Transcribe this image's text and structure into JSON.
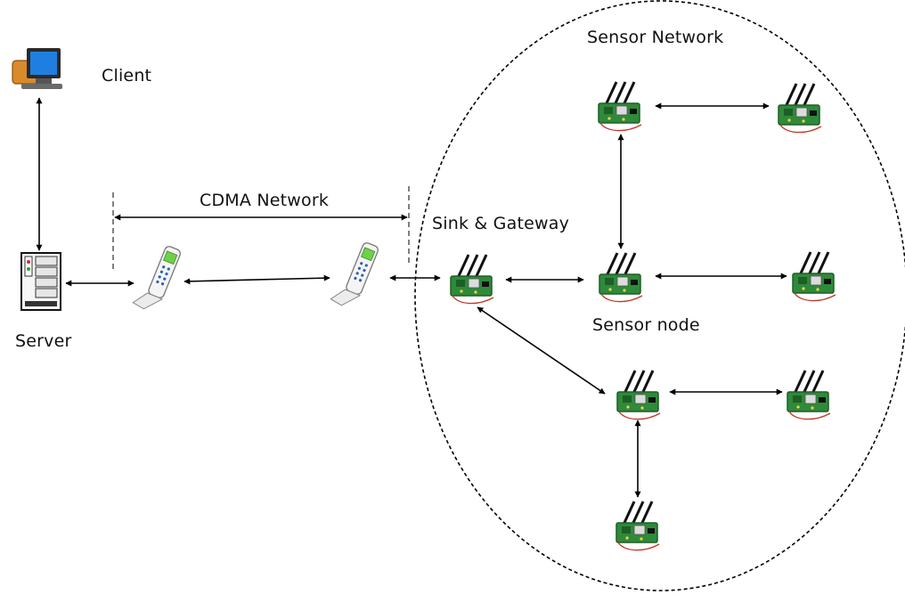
{
  "labels": {
    "client": "Client",
    "server": "Server",
    "cdma_network": "CDMA Network",
    "sink_gateway": "Sink & Gateway",
    "sensor_network": "Sensor Network",
    "sensor_node": "Sensor node"
  },
  "icons": {
    "client": "desktop-computer-icon",
    "server": "server-tower-icon",
    "phone": "cdma-phone-icon",
    "sensor": "wireless-sensor-board-icon"
  },
  "colors": {
    "line": "#000000",
    "board": "#2f8a3a",
    "board_dark": "#1e5e28",
    "antenna": "#111111",
    "wire": "#c0392b",
    "phone_screen": "#6fd04a",
    "monitor_screen": "#1f7fe0",
    "monitor_body": "#d98a2a"
  }
}
